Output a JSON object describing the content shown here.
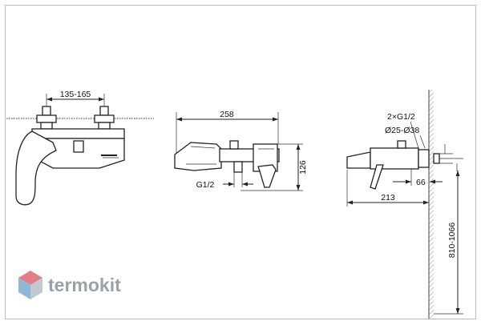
{
  "brand": {
    "name": "termokit",
    "colors": {
      "red": "#e07f87",
      "blue": "#8db8d8",
      "gray": "#c3c9d0",
      "text": "#9aa1a8"
    }
  },
  "dimensions": {
    "inlet_spacing": "135-165",
    "body_length": "258",
    "connection_thread": "G1/2",
    "spout_height": "126",
    "inlet_threads": "2×G1/2",
    "flange_diameter": "Ø25-Ø38",
    "eccentric_depth": "66",
    "total_projection": "213",
    "mounting_height": "810-1066"
  }
}
